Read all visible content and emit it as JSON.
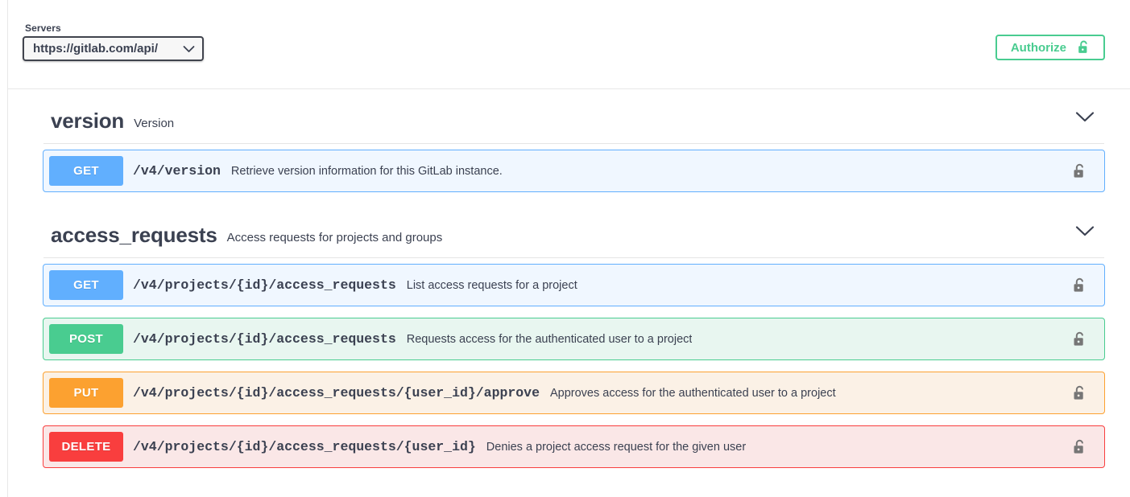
{
  "topbar": {
    "servers_label": "Servers",
    "server_value": "https://gitlab.com/api/",
    "server_chevron_icon": "chevron-down-icon",
    "authorize_label": "Authorize",
    "authorize_icon": "unlock-icon",
    "authorize_color": "#49cc90"
  },
  "sections": [
    {
      "name": "version",
      "description": "Version",
      "toggle_icon": "chevron-down-icon",
      "operations": [
        {
          "method": "GET",
          "method_color": "#61affe",
          "path": "/v4/version",
          "summary": "Retrieve version information for this GitLab instance.",
          "lock_icon": "unlock-icon"
        }
      ]
    },
    {
      "name": "access_requests",
      "description": "Access requests for projects and groups",
      "toggle_icon": "chevron-down-icon",
      "operations": [
        {
          "method": "GET",
          "method_color": "#61affe",
          "path": "/v4/projects/{id}/access_requests",
          "summary": "List access requests for a project",
          "lock_icon": "unlock-icon"
        },
        {
          "method": "POST",
          "method_color": "#49cc90",
          "path": "/v4/projects/{id}/access_requests",
          "summary": "Requests access for the authenticated user to a project",
          "lock_icon": "unlock-icon"
        },
        {
          "method": "PUT",
          "method_color": "#fca130",
          "path": "/v4/projects/{id}/access_requests/{user_id}/approve",
          "summary": "Approves access for the authenticated user to a project",
          "lock_icon": "unlock-icon"
        },
        {
          "method": "DELETE",
          "method_color": "#f93e3e",
          "path": "/v4/projects/{id}/access_requests/{user_id}",
          "summary": "Denies a project access request for the given user",
          "lock_icon": "unlock-icon"
        }
      ]
    }
  ]
}
